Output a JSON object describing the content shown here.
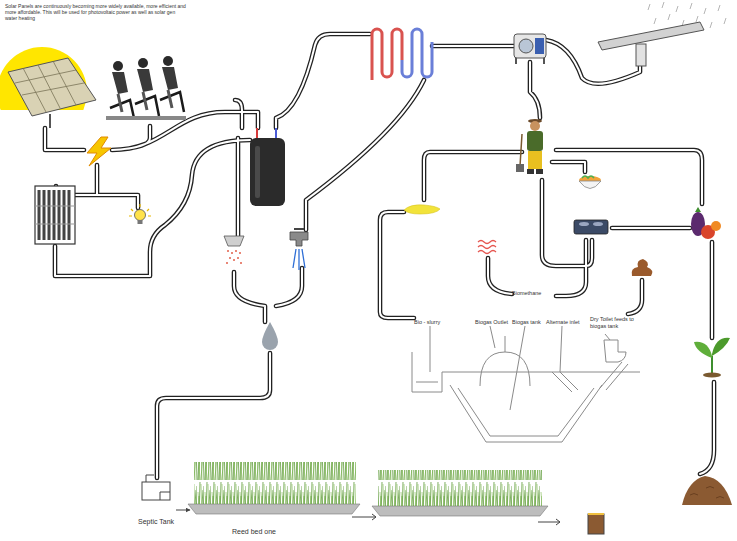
{
  "diagram": {
    "nodes": [
      {
        "text": [
          "Septic Tank"
        ]
      },
      {
        "text": [
          "Reed bed one"
        ]
      }
    ],
    "edges": [
      {
        "from": 0,
        "to": 1,
        "arrow": "to"
      }
    ],
    "labels": [
      "Solar Panels are continuously becoming more widely available, more efficient and more affordable. This will be used for photovoltaic power as well as solar gen water heating",
      "Bio - slurry",
      "Biomethane",
      "Biogas Outlet",
      "Biogas tank",
      "Alternate inlet",
      "Dry Toilet feeds to biogas tank"
    ]
  }
}
